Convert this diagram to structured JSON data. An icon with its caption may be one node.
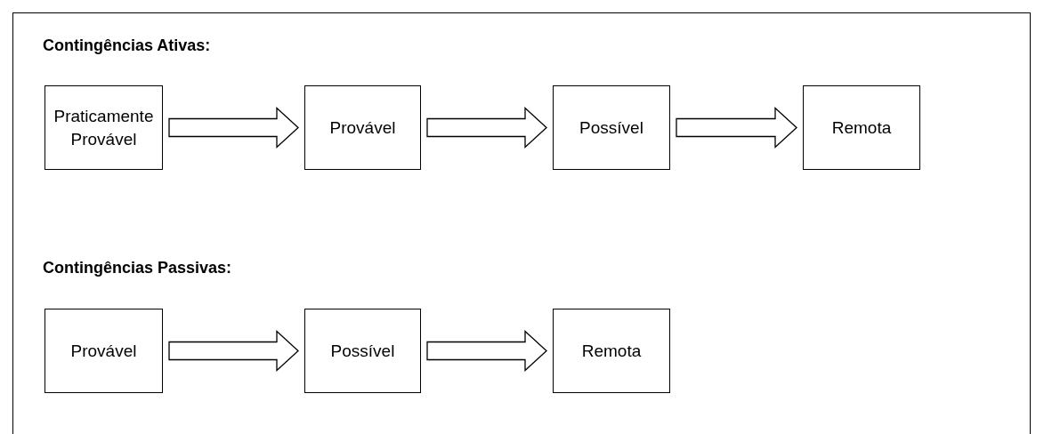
{
  "diagram": {
    "nodes": [
      {
        "text": [
          "Praticamente Provável"
        ]
      },
      {
        "text": [
          "Provável"
        ]
      },
      {
        "text": [
          "Possível"
        ]
      },
      {
        "text": [
          "Remota"
        ]
      },
      {
        "text": [
          "Provável"
        ]
      },
      {
        "text": [
          "Possível"
        ]
      },
      {
        "text": [
          "Remota"
        ]
      }
    ],
    "edges": [
      {
        "from": 0,
        "to": 1,
        "arrow": "to"
      },
      {
        "from": 1,
        "to": 2,
        "arrow": "to"
      },
      {
        "from": 2,
        "to": 3,
        "arrow": "to"
      },
      {
        "from": 4,
        "to": 5,
        "arrow": "to"
      },
      {
        "from": 5,
        "to": 6,
        "arrow": "to"
      }
    ],
    "labels": [
      "Contingências Ativas:",
      "Contingências Passivas:"
    ]
  }
}
